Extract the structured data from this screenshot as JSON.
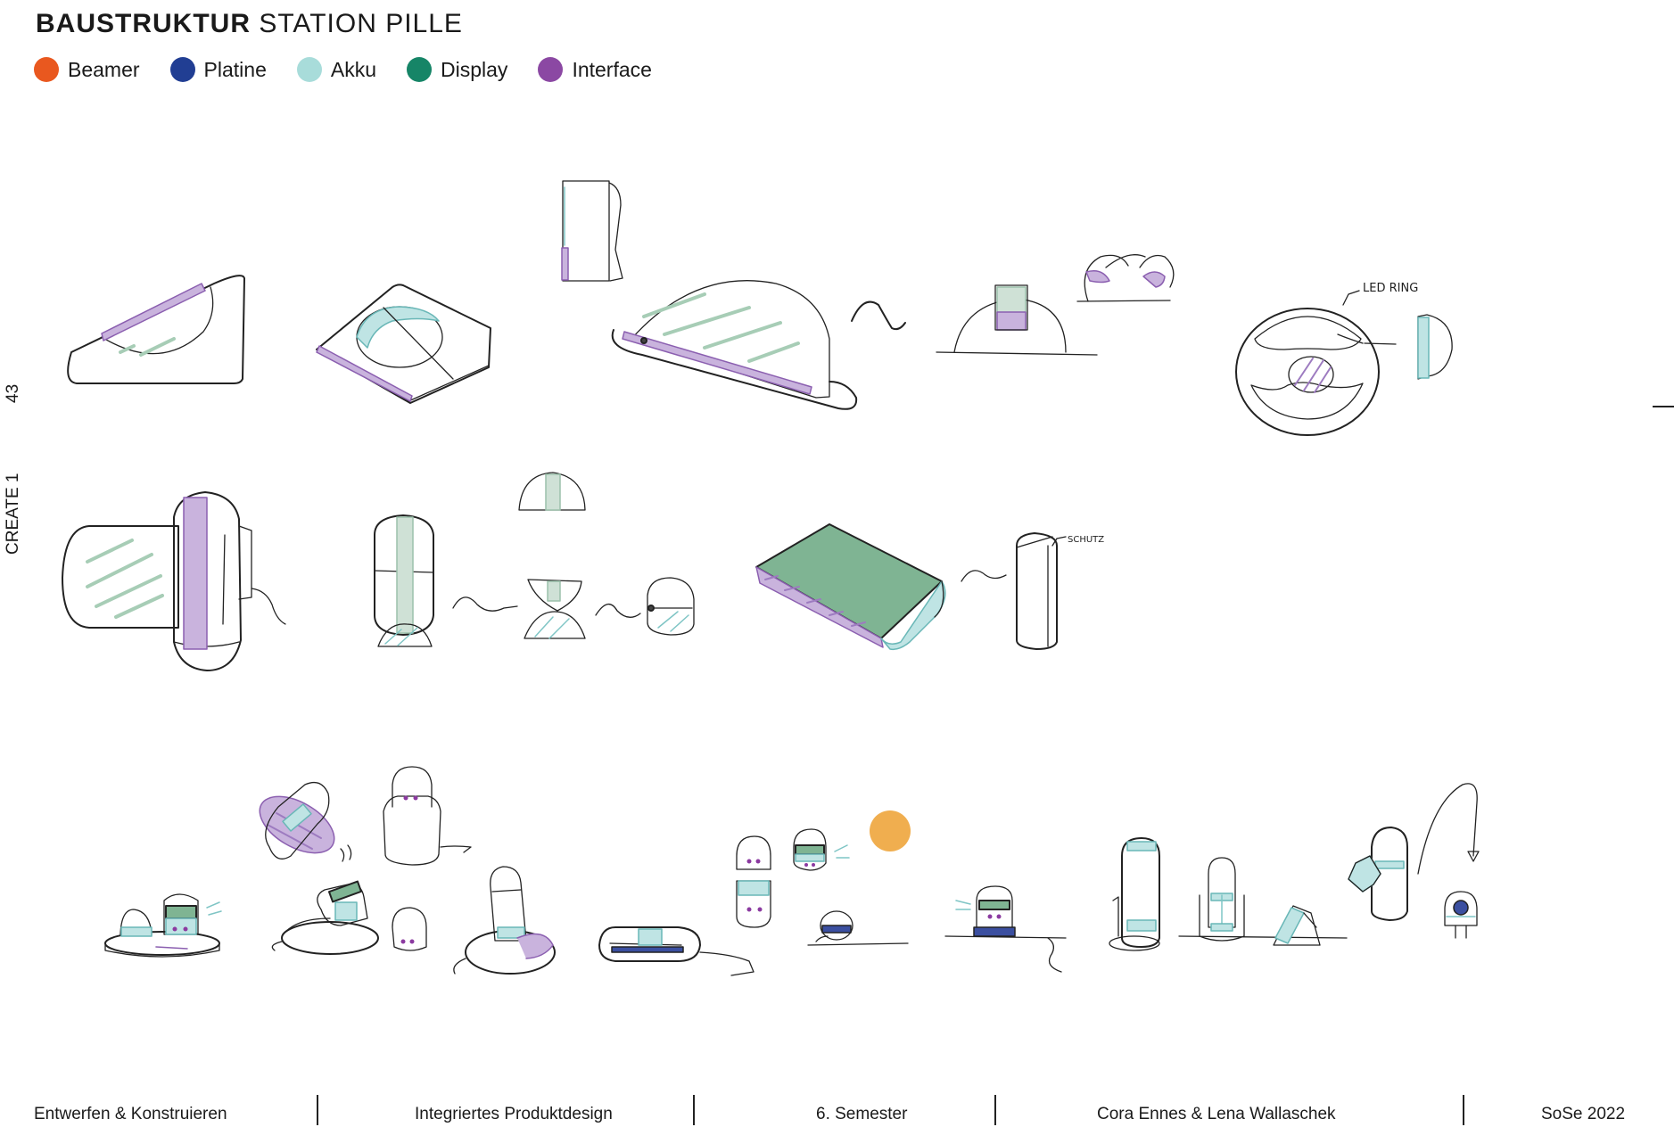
{
  "title": {
    "bold": "BAUSTRUKTUR",
    "regular": "STATION PILLE"
  },
  "legend": [
    {
      "label": "Beamer",
      "color": "#e9581f"
    },
    {
      "label": "Platine",
      "color": "#213e93"
    },
    {
      "label": "Akku",
      "color": "#a8dcda"
    },
    {
      "label": "Display",
      "color": "#168567"
    },
    {
      "label": "Interface",
      "color": "#8b48a3"
    }
  ],
  "sketch_labels": {
    "led_ring": "LED RING",
    "schutz": "SCHUTZ"
  },
  "side": {
    "page_number": "43",
    "course": "CREATE  1"
  },
  "footer": {
    "col1": "Entwerfen & Konstruieren",
    "col2": "Integriertes Produktdesign",
    "col3": "6. Semester",
    "col4": "Cora Ennes  & Lena Wallaschek",
    "col5": "SoSe 2022"
  }
}
